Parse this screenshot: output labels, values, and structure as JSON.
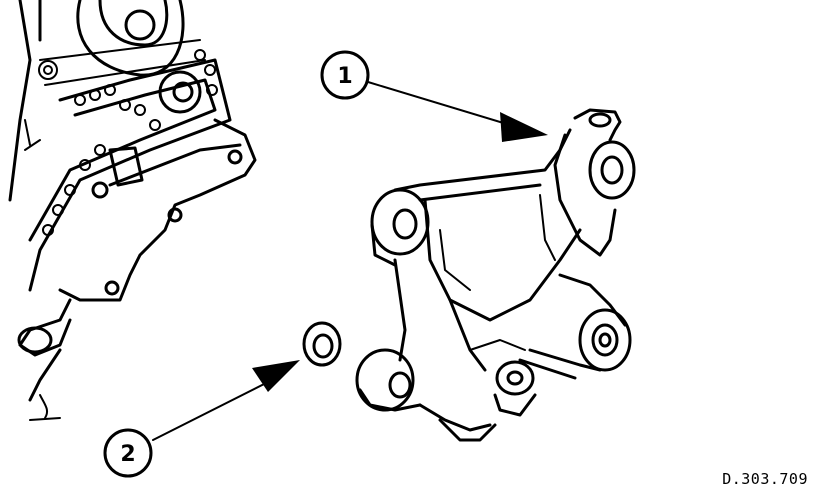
{
  "callouts": [
    {
      "number": "1",
      "part": "engine-mount-bracket"
    },
    {
      "number": "2",
      "part": "washer"
    }
  ],
  "reference_code": "D.303.709",
  "colors": {
    "ink": "#000000",
    "paper": "#ffffff"
  }
}
